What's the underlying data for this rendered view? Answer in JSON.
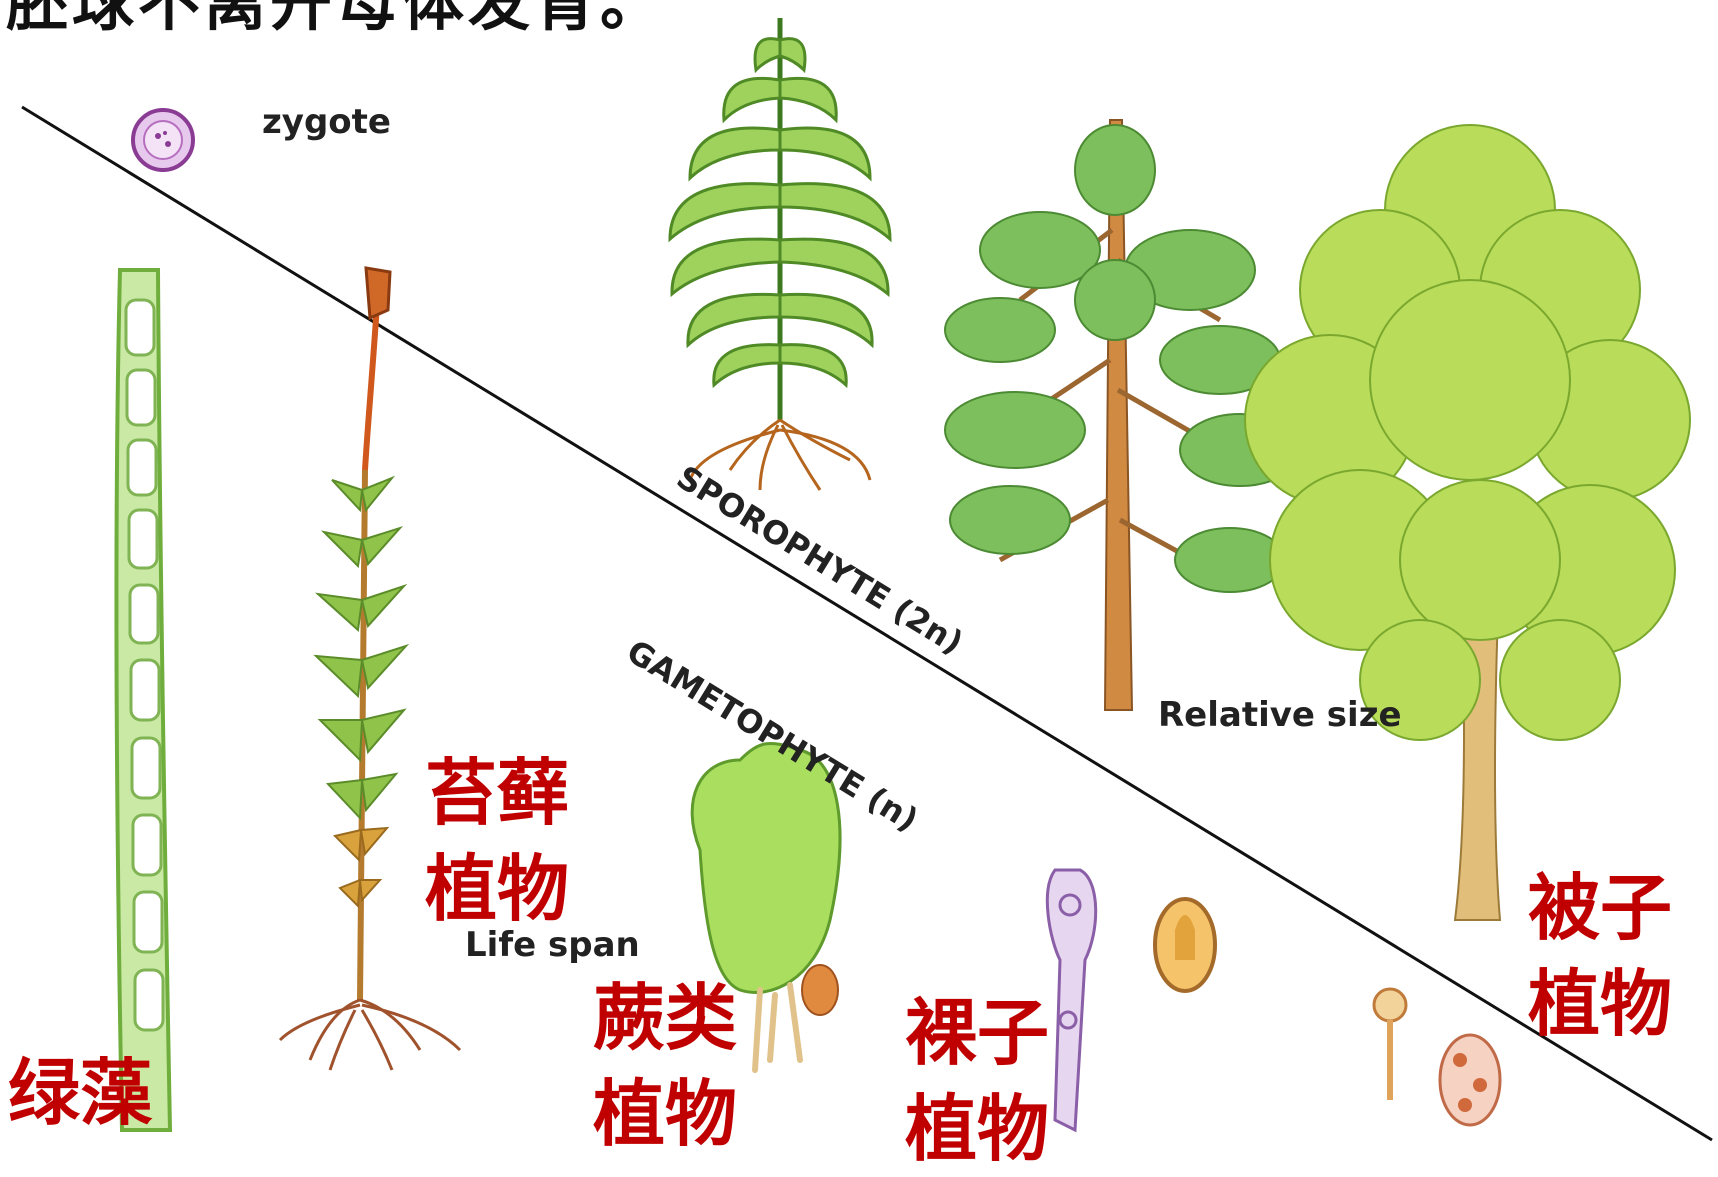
{
  "heading": "胚球不离开母体发育。",
  "labels": {
    "zygote": "zygote",
    "sporophyte": "SPOROPHYTE (2n)",
    "gametophyte": "GAMETOPHYTE (n)",
    "relative_size": "Relative size",
    "life_span": "Life span"
  },
  "groups": {
    "green_algae": "绿藻",
    "bryophytes": [
      "苔藓",
      "植物"
    ],
    "ferns": [
      "蕨类",
      "植物"
    ],
    "gymnosperms": [
      "裸子",
      "植物"
    ],
    "angiosperms": [
      "被子",
      "植物"
    ]
  },
  "colors": {
    "group_label": "#c00000",
    "leaf_green": "#7cc242",
    "stem_brown": "#c8813d"
  }
}
